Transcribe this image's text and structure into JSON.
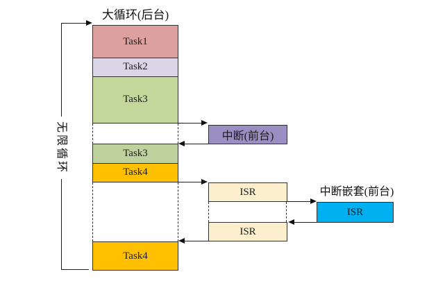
{
  "diagram": {
    "title": "大循环(后台)",
    "loop_label": "无限循环",
    "nested_title": "中断嵌套(前台)",
    "tasks": {
      "task1": {
        "label": "Task1",
        "color": "#dca19e"
      },
      "task2": {
        "label": "Task2",
        "color": "#dbd5e8"
      },
      "task3a": {
        "label": "Task3",
        "color": "#c3d79b"
      },
      "task3b": {
        "label": "Task3",
        "color": "#bed29e"
      },
      "task4a": {
        "label": "Task4",
        "color": "#ffc001"
      },
      "task4b": {
        "label": "Task4",
        "color": "#ffc001"
      }
    },
    "interrupt": {
      "label": "中断(前台)",
      "color": "#9a8fc2"
    },
    "isr1": {
      "label": "ISR",
      "color": "#fcefce"
    },
    "isr2": {
      "label": "ISR",
      "color": "#fcefce"
    },
    "isr_nested": {
      "label": "ISR",
      "color": "#00b0f0"
    },
    "colors": {
      "line": "#1b1b1b",
      "box_border": "#2f2f2f"
    }
  }
}
